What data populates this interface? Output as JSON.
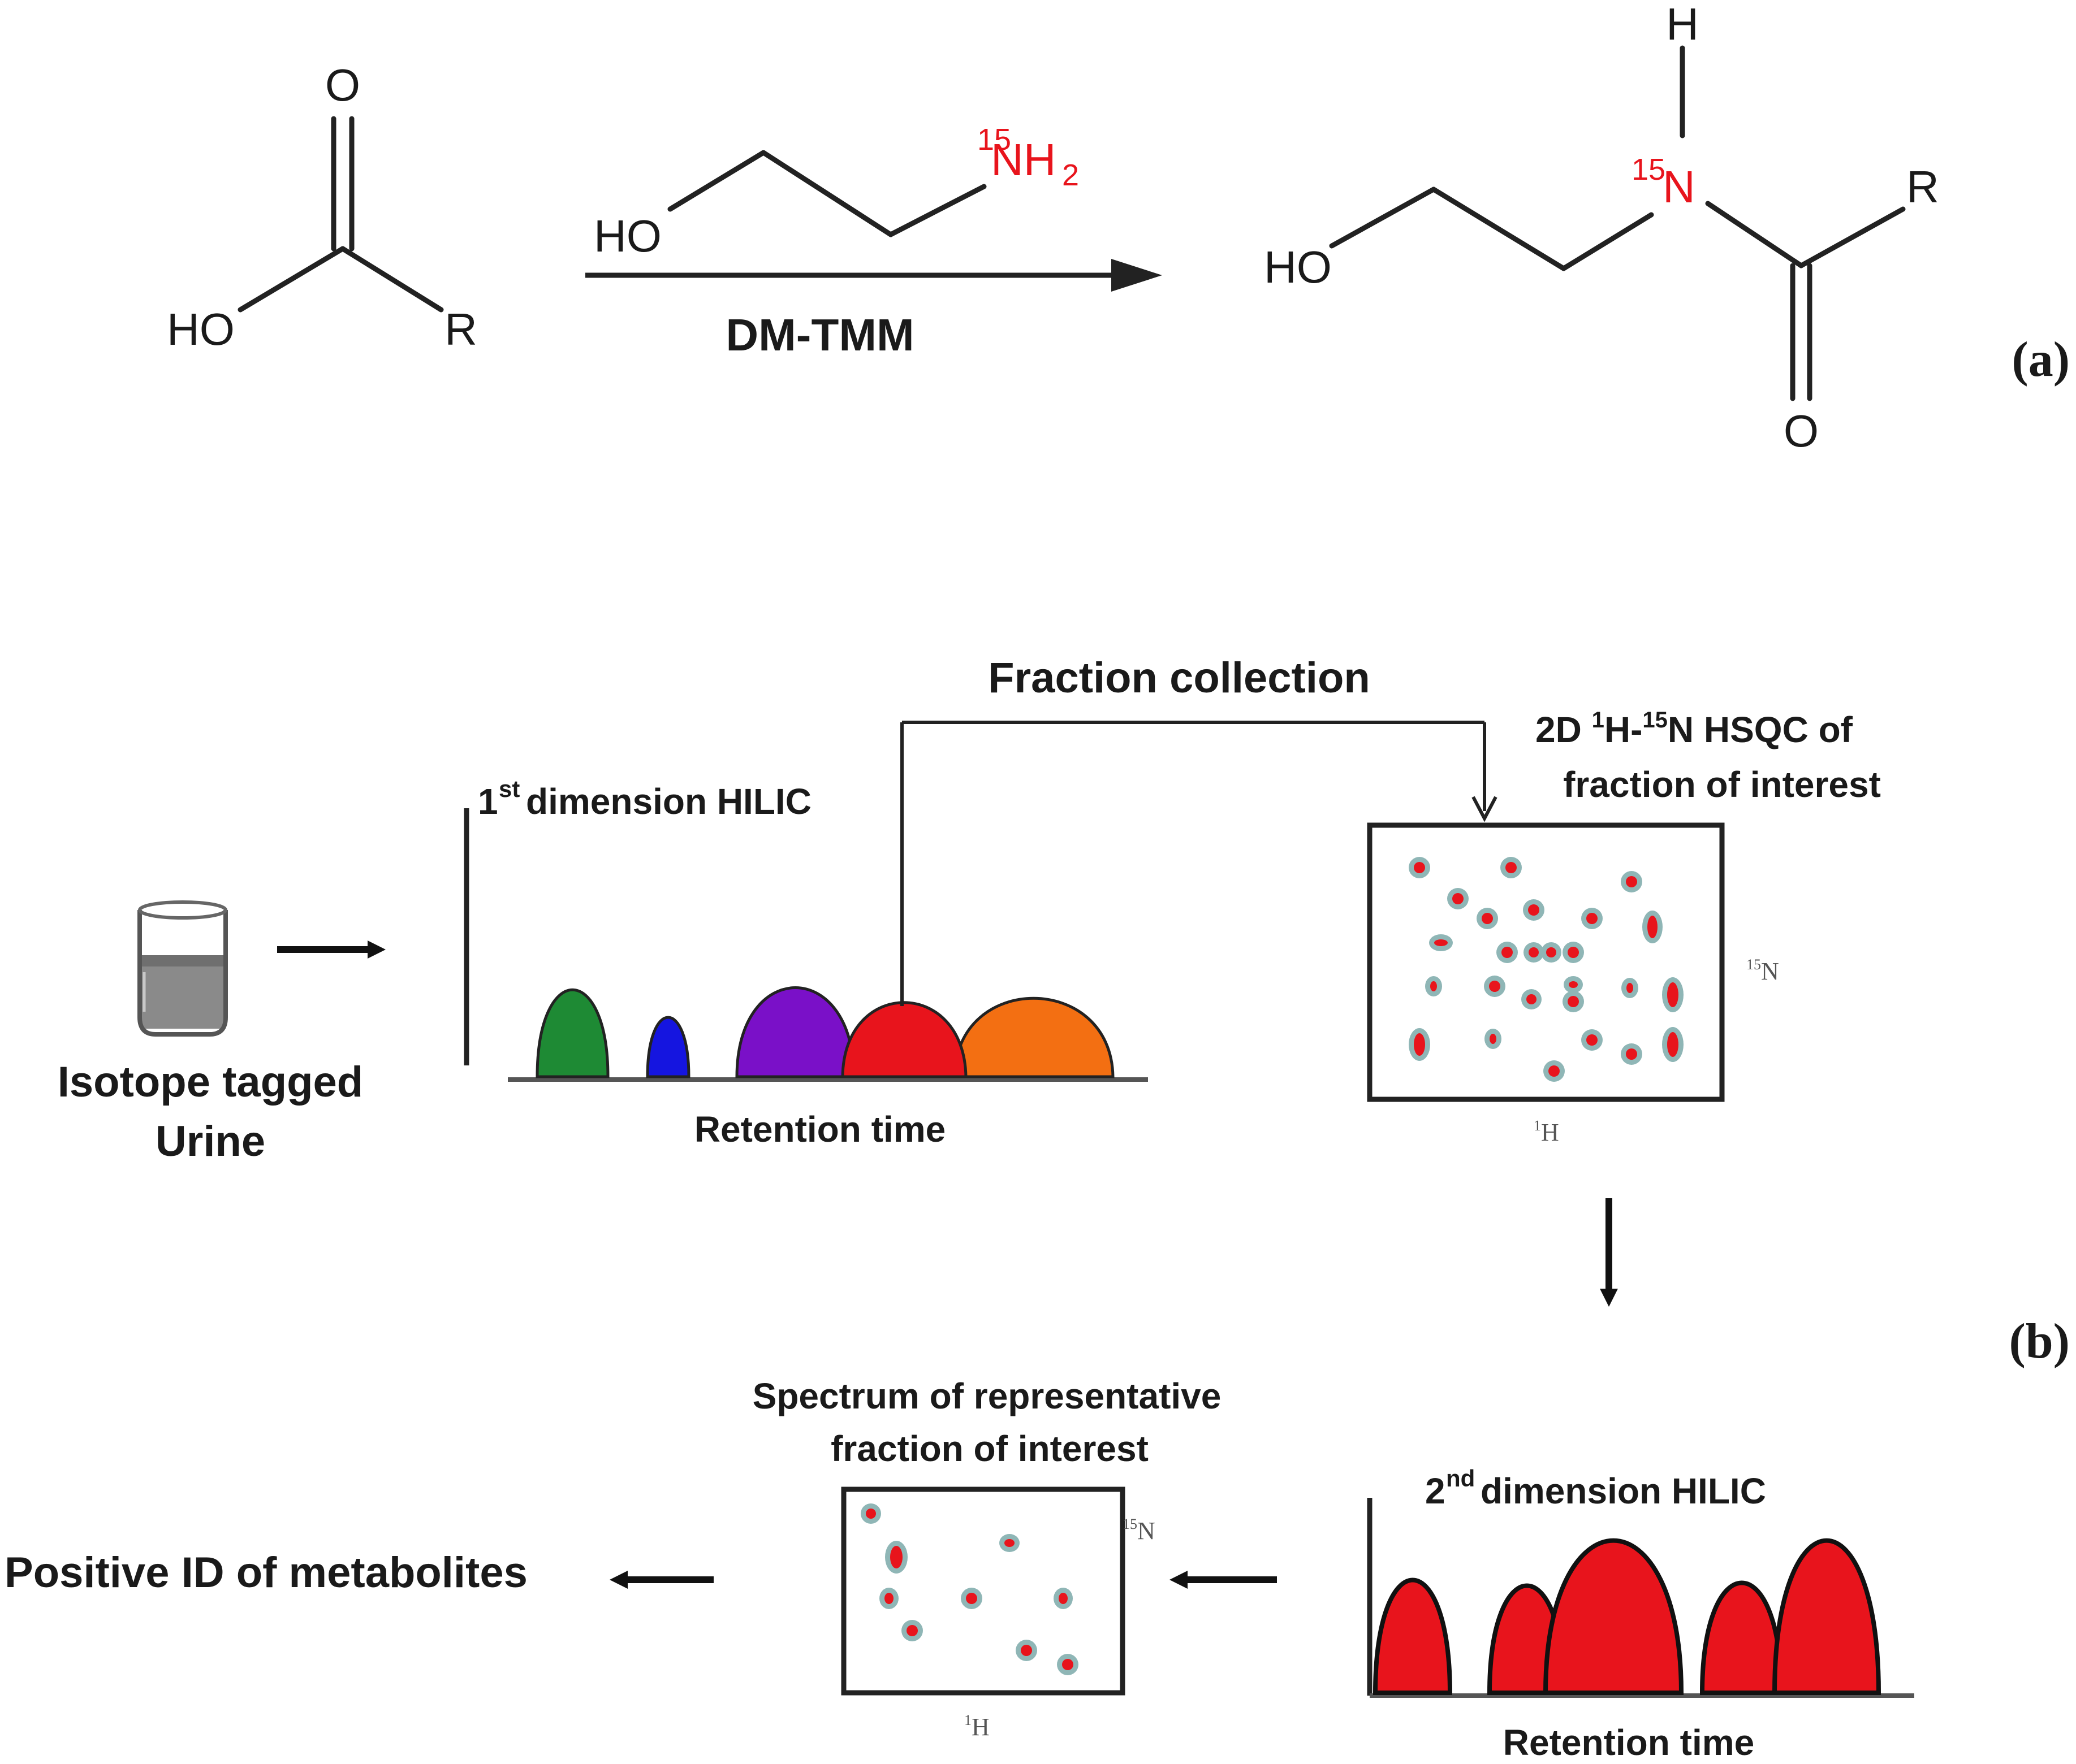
{
  "reaction": {
    "reactant": {
      "o_label": "O",
      "ho_label": "HO",
      "r_label": "R"
    },
    "reagent": {
      "ho_label": "HO",
      "isotope": "15",
      "nh": "NH",
      "sub": "2"
    },
    "reagent_name": "DM-TMM",
    "product": {
      "h_label": "H",
      "isotope": "15",
      "n_label": "N",
      "ho_label": "HO",
      "r_label": "R",
      "o_label": "O"
    },
    "panel_label": "(a)"
  },
  "workflow": {
    "panel_label": "(b)",
    "sample_line1": "Isotope tagged",
    "sample_line2": "Urine",
    "first_dim": {
      "prefix": "1",
      "sup": "st",
      "rest": " dimension HILIC",
      "xlabel": "Retention time"
    },
    "fraction_collection": "Fraction collection",
    "hsqc_title": {
      "line1_a": "2D ",
      "sup1": "1",
      "line1_b": "H-",
      "sup2": "15",
      "line1_c": "N HSQC of",
      "line2": "fraction of interest"
    },
    "hsqc_axes": {
      "y_sup": "15",
      "y": "N",
      "x_sup": "1",
      "x": "H"
    },
    "second_dim": {
      "prefix": "2",
      "sup": "nd",
      "rest": " dimension HILIC",
      "xlabel": "Retention time"
    },
    "spectrum_title": {
      "line1": "Spectrum of representative",
      "line2": "fraction of interest"
    },
    "spectrum_axes": {
      "y_sup": "15",
      "y": "N",
      "x_sup": "1",
      "x": "H"
    },
    "result": "Positive ID of metabolites"
  },
  "colors": {
    "green": "#1e8a34",
    "blue": "#1515e0",
    "purple": "#7a10c8",
    "red": "#e8141c",
    "orange": "#f36f12",
    "isotope_red": "#e8141c",
    "spot_halo": "#8fb6b6"
  }
}
